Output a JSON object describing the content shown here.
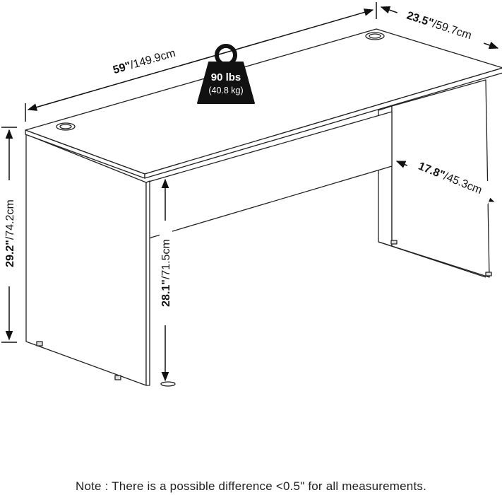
{
  "dimensions": {
    "width": {
      "bold": "59\"",
      "rest": "/149.9cm"
    },
    "depth": {
      "bold": "23.5\"",
      "rest": "/59.7cm"
    },
    "height": {
      "bold": "29.2\"",
      "rest": "/74.2cm"
    },
    "knee_height": {
      "bold": "28.1\"",
      "rest": "/71.5cm"
    },
    "leg_depth": {
      "bold": "17.8\"",
      "rest": "/45.3cm"
    }
  },
  "weight": {
    "primary": "90 lbs",
    "secondary": "(40.8 kg)"
  },
  "note": "Note : There is a possible difference <0.5\" for all measurements."
}
